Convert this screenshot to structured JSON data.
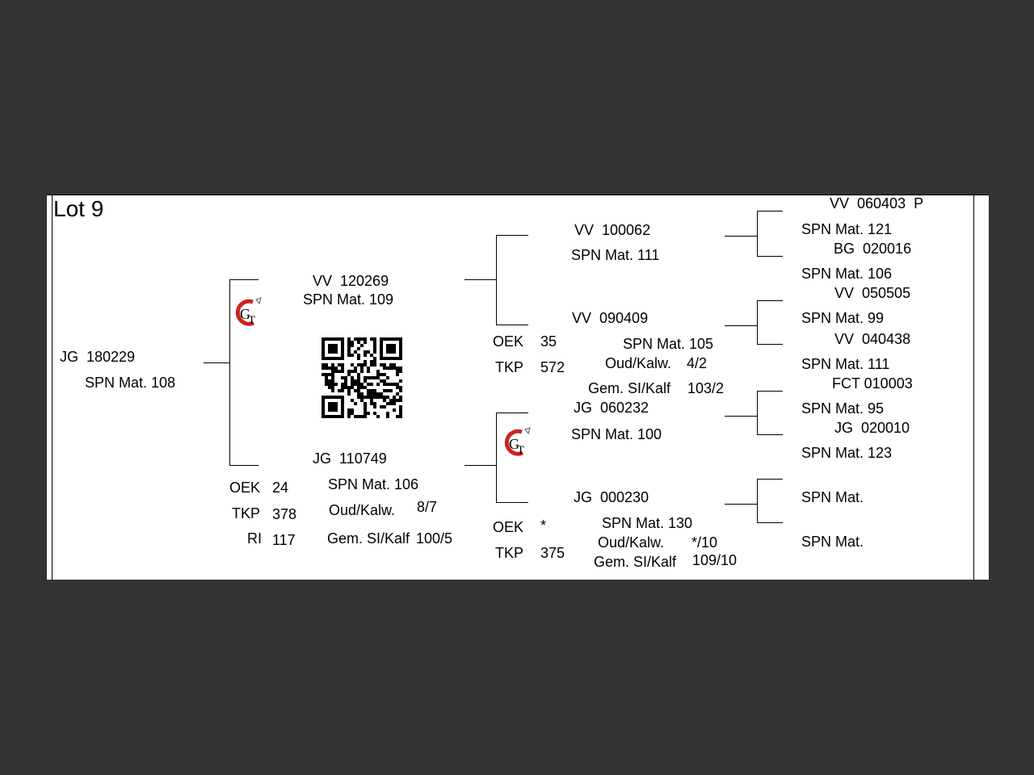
{
  "lot": "Lot 9",
  "subject": {
    "id": "JG  180229",
    "spn": "SPN Mat. 108"
  },
  "sire": {
    "id": "VV  120269",
    "spn": "SPN Mat. 109",
    "sire": {
      "id": "VV  100062",
      "spn": "SPN Mat. 111",
      "sire": {
        "id": "VV  060403  P",
        "spn": "SPN Mat. 121"
      },
      "dam": {
        "id": "BG  020016",
        "spn": "SPN Mat. 106"
      }
    },
    "dam": {
      "id": "VV  090409",
      "spn": "SPN Mat. 105",
      "oek_label": "OEK",
      "oek": "35",
      "tkp_label": "TKP",
      "tkp": "572",
      "oud_label": "Oud/Kalw.",
      "oud": "4/2",
      "gem_label": "Gem. SI/Kalf",
      "gem": "103/2",
      "sire": {
        "id": "VV  050505",
        "spn": "SPN Mat. 99"
      },
      "dam": {
        "id": "VV  040438",
        "spn": "SPN Mat. 111"
      }
    }
  },
  "dam": {
    "id": "JG  110749",
    "spn": "SPN Mat. 106",
    "oek_label": "OEK",
    "oek": "24",
    "tkp_label": "TKP",
    "tkp": "378",
    "ri_label": "RI",
    "ri": "117",
    "oud_label": "Oud/Kalw.",
    "oud": "8/7",
    "gem_label": "Gem. SI/Kalf",
    "gem": "100/5",
    "sire": {
      "id": "JG  060232",
      "spn": "SPN Mat. 100",
      "sire": {
        "id": "FCT 010003",
        "spn": "SPN Mat. 95"
      },
      "dam": {
        "id": "JG  020010",
        "spn": "SPN Mat. 123"
      }
    },
    "dam": {
      "id": "JG  000230",
      "spn": "SPN Mat. 130",
      "oek_label": "OEK",
      "oek": "*",
      "tkp_label": "TKP",
      "tkp": "375",
      "oud_label": "Oud/Kalw.",
      "oud": "*/10",
      "gem_label": "Gem. SI/Kalf",
      "gem": "109/10",
      "sire": {
        "spn": "SPN Mat."
      },
      "dam": {
        "spn": "SPN Mat."
      }
    }
  },
  "logo": {
    "letters": "GT",
    "color": "#cc2222"
  }
}
